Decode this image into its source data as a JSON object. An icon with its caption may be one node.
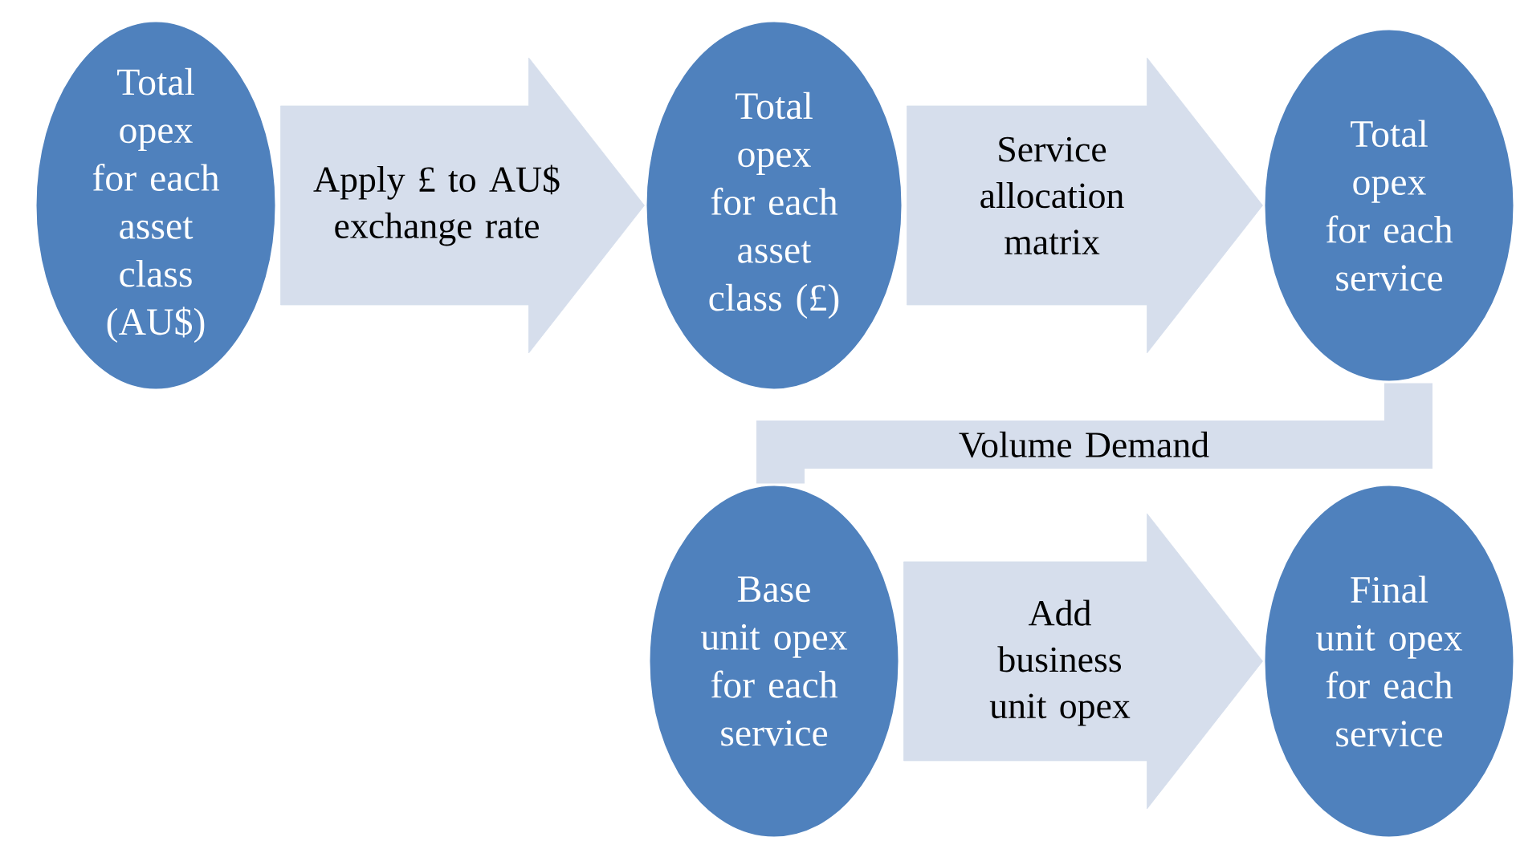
{
  "diagram": {
    "nodes": [
      {
        "text": [
          "Total opex for each asset class (AU$)"
        ]
      },
      {
        "text": [
          "Total opex for each asset class (£)"
        ]
      },
      {
        "text": [
          "Total opex for each service"
        ]
      },
      {
        "text": [
          "Base unit opex for each service"
        ]
      },
      {
        "text": [
          "Final unit opex for each service"
        ]
      }
    ],
    "edges": [
      {
        "from": 0,
        "to": 1,
        "arrow": "to",
        "label": "Apply £ to AU$ exchange rate"
      },
      {
        "from": 1,
        "to": 2,
        "arrow": "to",
        "label": "Service allocation matrix"
      },
      {
        "from": 2,
        "to": 3,
        "arrow": "none",
        "label": "Volume Demand"
      },
      {
        "from": 3,
        "to": 4,
        "arrow": "to",
        "label": "Add business unit opex"
      }
    ]
  }
}
